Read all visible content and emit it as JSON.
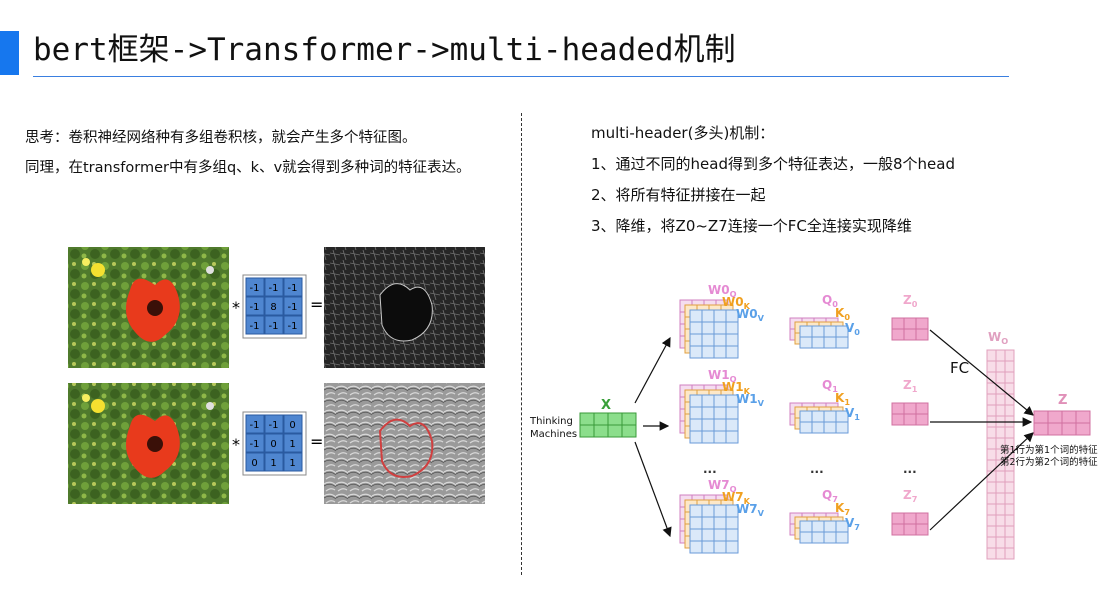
{
  "header": {
    "title": "bert框架->Transformer->multi-headed机制",
    "accent_color": "#1677ee"
  },
  "left": {
    "line1": "思考：卷积神经网络种有多组卷积核，就会产生多个特征图。",
    "line2": "同理，在transformer中有多组q、k、v就会得到多种词的特征表达。",
    "kernel1": [
      [
        "-1",
        "-1",
        "-1"
      ],
      [
        "-1",
        "8",
        "-1"
      ],
      [
        "-1",
        "-1",
        "-1"
      ]
    ],
    "kernel2": [
      [
        "-1",
        "-1",
        "0"
      ],
      [
        "-1",
        "0",
        "1"
      ],
      [
        "0",
        "1",
        "1"
      ]
    ],
    "star": "*",
    "equals": "="
  },
  "right": {
    "heading": "multi-header(多头)机制：",
    "point1": "1、通过不同的head得到多个特征表达，一般8个head",
    "point2": "2、将所有特征拼接在一起",
    "point3": "3、降维，将Z0~Z7连接一个FC全连接实现降维"
  },
  "diagram": {
    "input_label": "X",
    "input_words": [
      "Thinking",
      "Machines"
    ],
    "head_labels": [
      {
        "w": "W",
        "sub": "0",
        "q": "Q",
        "k": "K",
        "v": "V"
      },
      {
        "w": "W",
        "sub": "1",
        "q": "Q",
        "k": "K",
        "v": "V"
      },
      {
        "w": "W",
        "sub": "7",
        "q": "Q",
        "k": "K",
        "v": "V"
      }
    ],
    "qkv_labels": [
      {
        "q": "Q",
        "k": "K",
        "v": "V",
        "sub": "0"
      },
      {
        "q": "Q",
        "k": "K",
        "v": "V",
        "sub": "1"
      },
      {
        "q": "Q",
        "k": "K",
        "v": "V",
        "sub": "7"
      }
    ],
    "z_labels": [
      {
        "z": "Z",
        "sub": "0"
      },
      {
        "z": "Z",
        "sub": "1"
      },
      {
        "z": "Z",
        "sub": "7"
      }
    ],
    "ellipsis": "...",
    "wo_label": "W",
    "wo_sup": "O",
    "fc_label": "FC",
    "out_label": "Z",
    "out_note1": "第1行为第1个词的特征",
    "out_note2": "第2行为第2个词的特征",
    "colors": {
      "w_q": "#e58ad3",
      "w_k": "#f0a020",
      "w_v": "#5aa0e8",
      "z": "#f0a8cc",
      "x": "#8cde8c"
    }
  }
}
